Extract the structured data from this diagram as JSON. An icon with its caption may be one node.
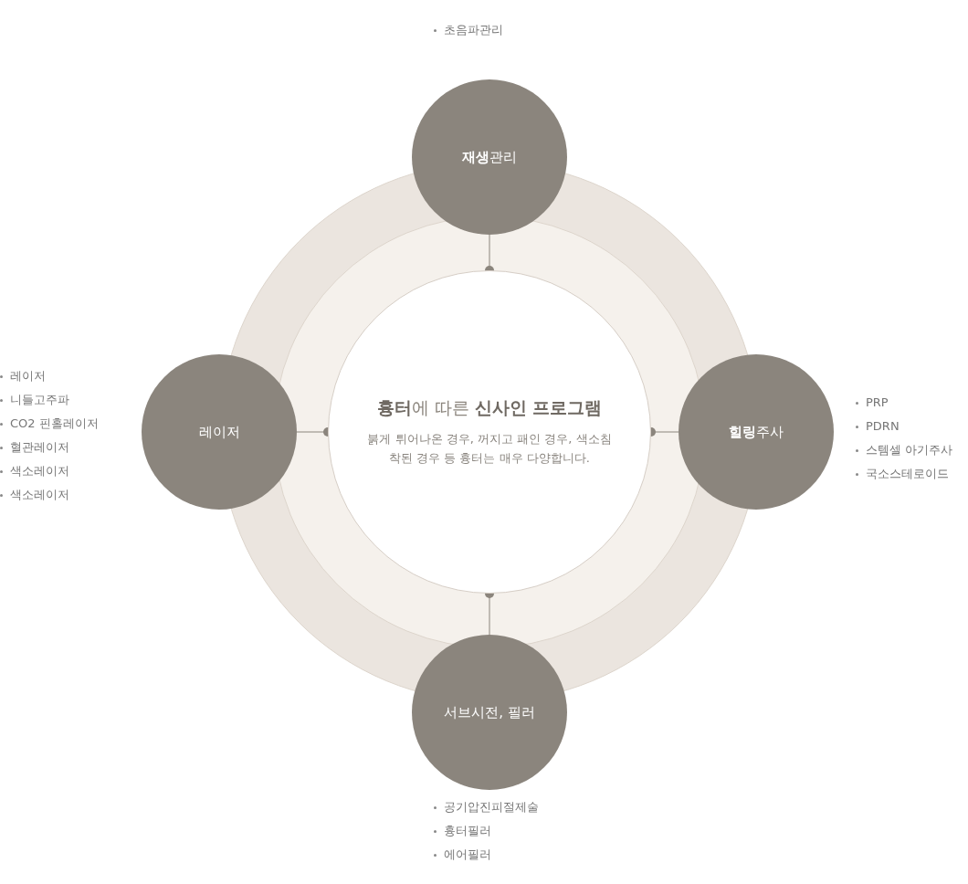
{
  "diagram": {
    "nodes": [
      {
        "text": [
          "**흉터**에 따른 **신사인 프로그램**",
          "붉게 튀어나온 경우, 꺼지고 패인 경우, 색소침착된 경우 등 흉터는 매우 다양합니다."
        ]
      },
      {
        "text": [
          "**재생**관리"
        ],
        "beside": [
          "초음파관리"
        ]
      },
      {
        "text": [
          "레이저"
        ],
        "beside": [
          "레이저",
          "니들고주파",
          "CO2 핀홀레이저",
          "혈관레이저",
          "색소레이저",
          "색소레이저"
        ]
      },
      {
        "text": [
          "**힐링**주사"
        ],
        "beside": [
          "PRP",
          "PDRN",
          "스템셀 아기주사",
          "국소스테로이드"
        ]
      },
      {
        "text": [
          "서브시전, 필러"
        ],
        "beside": [
          "공기압진피절제술",
          "흉터필러",
          "에어필러"
        ]
      }
    ],
    "edges": [
      {
        "from": 1,
        "to": 0,
        "arrow": "other"
      },
      {
        "from": 2,
        "to": 0,
        "arrow": "other"
      },
      {
        "from": 3,
        "to": 0,
        "arrow": "other"
      },
      {
        "from": 4,
        "to": 0,
        "arrow": "other"
      }
    ]
  }
}
